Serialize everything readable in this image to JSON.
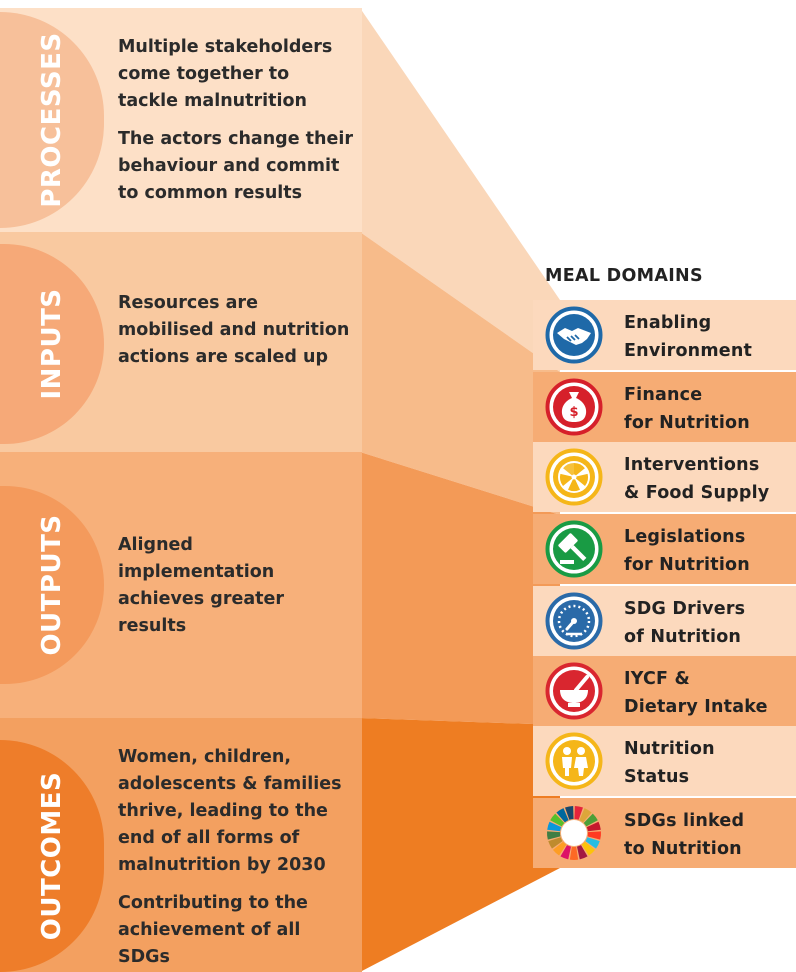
{
  "colors": {
    "panel_light": "#fde0c7",
    "panel_mid": "#f9c9a0",
    "panel_orange": "#f7b07a",
    "panel_deep": "#f3a060",
    "tab_pale": "#f7c09a",
    "tab_mid": "#f6a978",
    "tab_orange": "#f49a5c",
    "tab_deep": "#ee7d2a",
    "funnel_1": "#fad7b9",
    "funnel_2": "#f7bb8a",
    "funnel_3": "#f39a57",
    "funnel_4": "#ee7d22",
    "row_even": "#fcd9bd",
    "row_odd": "#f6ac74"
  },
  "stages": [
    {
      "label": "PROCESSES",
      "paragraphs": [
        "Multiple stakeholders come together to tackle malnutrition",
        "The actors change their behaviour and commit to common results"
      ]
    },
    {
      "label": "INPUTS",
      "paragraphs": [
        "Resources are mobilised and nutrition actions are scaled up"
      ]
    },
    {
      "label": "OUTPUTS",
      "paragraphs": [
        "Aligned implementation achieves greater results"
      ]
    },
    {
      "label": "OUTCOMES",
      "paragraphs": [
        "Women, children, adolescents & families thrive, leading to the end of all forms of malnutrition by 2030",
        "Contributing to the achievement of all SDGs"
      ]
    }
  ],
  "meal_domains": {
    "title": "MEAL DOMAINS",
    "items": [
      {
        "icon": "handshake-icon",
        "color": "#1f69a8",
        "line1": "Enabling",
        "line2": "Environment"
      },
      {
        "icon": "money-bag-icon",
        "color": "#d6202a",
        "line1": "Finance",
        "line2": "for Nutrition"
      },
      {
        "icon": "orange-slice-icon",
        "color": "#f5b619",
        "line1": "Interventions",
        "line2": "& Food Supply"
      },
      {
        "icon": "gavel-icon",
        "color": "#199b44",
        "line1": "Legislations",
        "line2": "for Nutrition"
      },
      {
        "icon": "speedometer-icon",
        "color": "#2a6aa8",
        "line1": "SDG Drivers",
        "line2": "of Nutrition"
      },
      {
        "icon": "mortar-pestle-icon",
        "color": "#d9262f",
        "line1": "IYCF &",
        "line2": "Dietary Intake"
      },
      {
        "icon": "children-icon",
        "color": "#f5b619",
        "line1": "Nutrition",
        "line2": "Status"
      },
      {
        "icon": "sdg-wheel-icon",
        "color": "#ffffff",
        "line1": "SDGs linked",
        "line2": "to Nutrition"
      }
    ]
  }
}
